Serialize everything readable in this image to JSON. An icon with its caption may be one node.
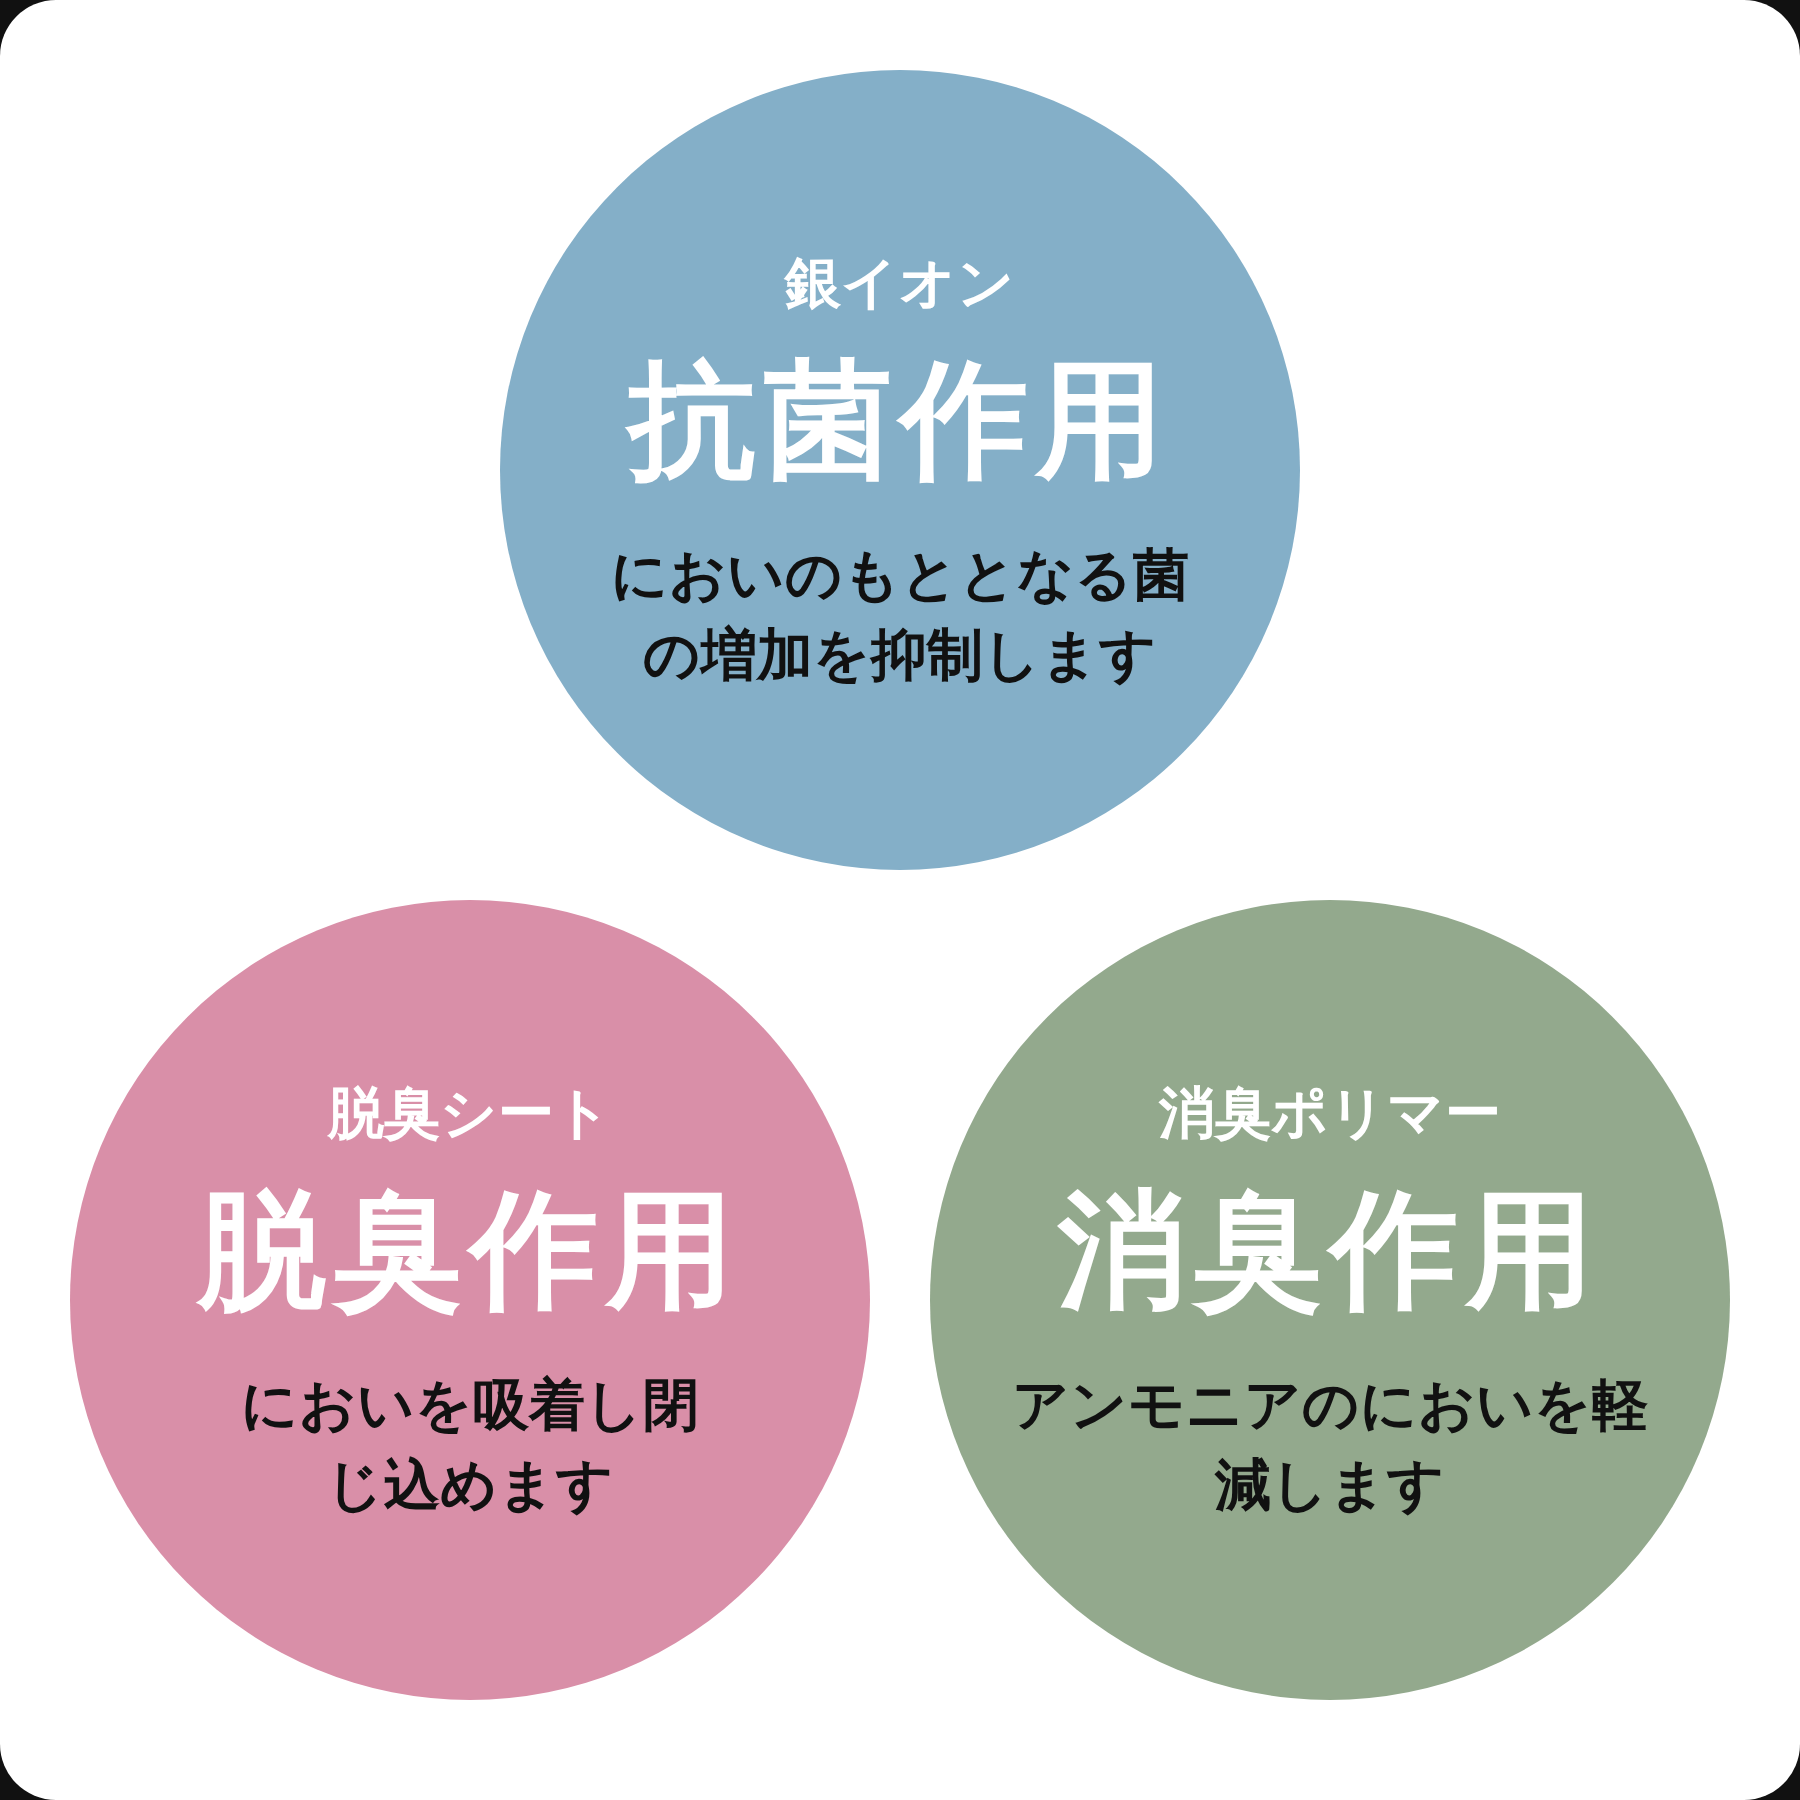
{
  "diagram": {
    "nodes": [
      {
        "text": [
          "銀イオン",
          "抗菌作用",
          "においのもととなる菌の増加を抑制します"
        ]
      },
      {
        "text": [
          "脱臭シート",
          "脱臭作用",
          "においを吸着し閉じ込めます"
        ]
      },
      {
        "text": [
          "消臭ポリマー",
          "消臭作用",
          "アンモニアのにおいを軽減します"
        ]
      }
    ]
  }
}
